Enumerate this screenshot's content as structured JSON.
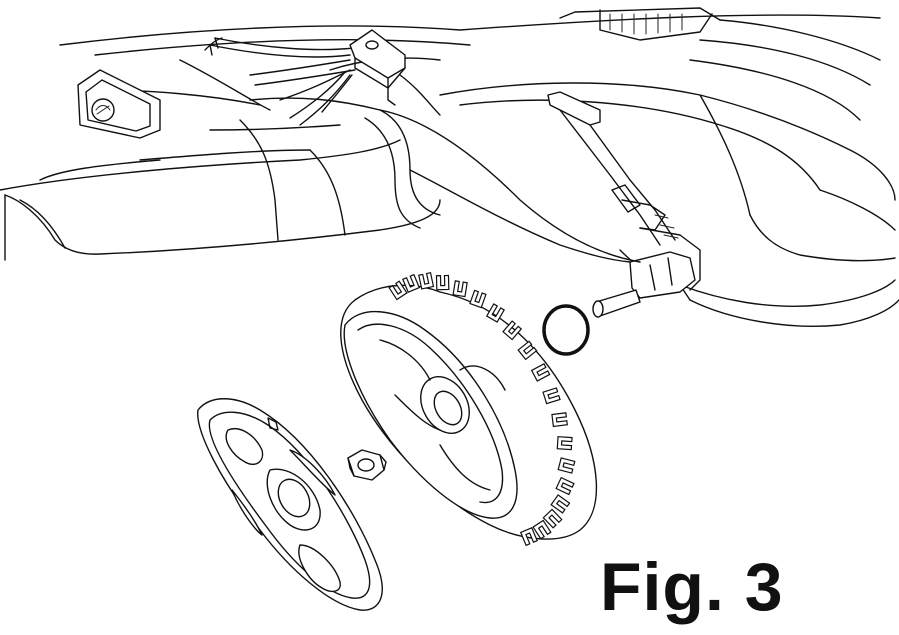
{
  "figure": {
    "label": "Fig. 3"
  },
  "colors": {
    "line": "#111111",
    "background": "#ffffff"
  },
  "parts": [
    {
      "name": "mower-deck",
      "icon": "mower-deck-illustration"
    },
    {
      "name": "wheel",
      "icon": "wheel-illustration"
    },
    {
      "name": "hubcap",
      "icon": "hubcap-illustration"
    },
    {
      "name": "nut",
      "icon": "nut-illustration"
    },
    {
      "name": "washer",
      "icon": "washer-illustration"
    },
    {
      "name": "axle",
      "icon": "axle-illustration"
    }
  ]
}
